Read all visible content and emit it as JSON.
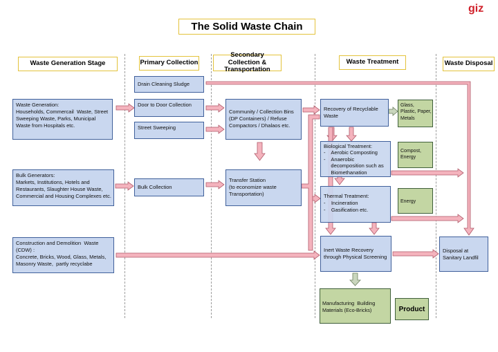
{
  "logo": "giz",
  "title": "The Solid Waste Chain",
  "headers": {
    "generation": "Waste Generation Stage",
    "primary": "Primary Collection",
    "secondary": [
      "Secondary Collection &",
      "Transportation"
    ],
    "treatment": "Waste Treatment",
    "disposal": "Waste Disposal"
  },
  "generation": {
    "household": [
      "Waste Generation:",
      "Households, Commercail  Waste, Street",
      "Sweeping Waste, Parks, Municipal",
      "Waste from Hospitals etc."
    ],
    "bulk": [
      "Bulk Generators:",
      "Markets, Institutions, Hotels and",
      "Restaurants, Slaughter House Waste,",
      "Commercial and Housing Complexes etc."
    ],
    "cdw": [
      "Construction and Demolition  Waste",
      "(CDW) :",
      "Concrete, Bricks, Wood, Glass, Metals,",
      "Masonry Waste,  partly recyclabe"
    ]
  },
  "primary": {
    "drain": "Drain Cleaning Sludge",
    "door": "Door to Door Collection",
    "sweeping": "Street Sweeping",
    "bulk": "Bulk Collection"
  },
  "secondary": {
    "community": [
      "Community / Collection Bins",
      "(DP Containers) / Refuse",
      "Compactors / Dhalaos etc."
    ],
    "transfer": [
      "Transfer Station",
      "(to economize waste",
      "Transportation)"
    ]
  },
  "treatment": {
    "recovery": [
      "Recovery of Recyclable",
      "Waste"
    ],
    "biological": [
      "Biological Treatment:",
      "-    Aerobic Composting",
      "-    Anaerobic",
      "     decomposition such as",
      "     Biomethanation"
    ],
    "thermal": [
      "Thermal Treatment:",
      "-    Incineration",
      "-    Gasification etc."
    ],
    "inert": [
      "Inert Waste Recovery",
      "through Physical Screening"
    ],
    "manufacturing": [
      "Manufacturing  Building",
      "Materials (Eco-Bricks)"
    ]
  },
  "outputs": {
    "glass": [
      "Glass,",
      "Plastic, Paper,",
      "Metals"
    ],
    "compost": [
      "Compost,",
      "Energy"
    ],
    "energy": "Energy",
    "product": "Product"
  },
  "disposal": {
    "landfill": [
      "Disposal at",
      "Sanitary Landfil"
    ]
  },
  "colors": {
    "box_blue": "#c9d7ef",
    "box_green": "#c3d6a3",
    "arrow_pink": "#f4b3bd",
    "header_border": "#e3c23a",
    "logo_red": "#d0202a"
  }
}
